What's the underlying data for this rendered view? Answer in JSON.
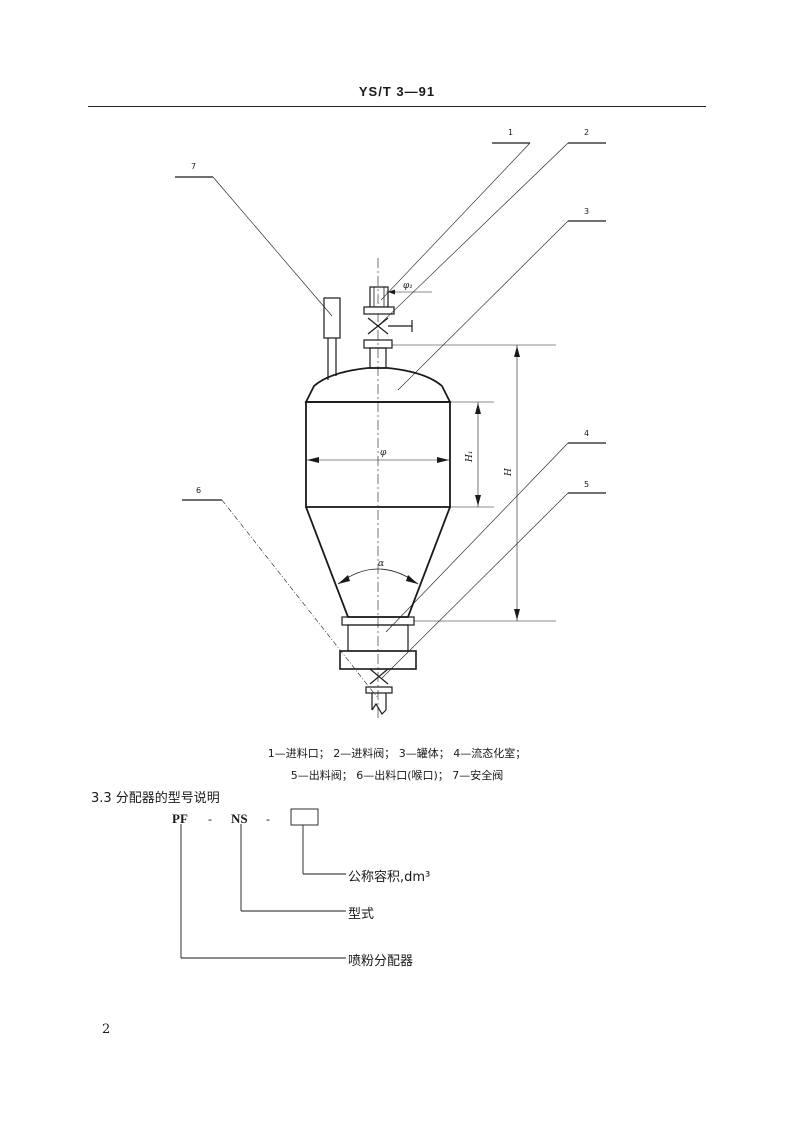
{
  "header": {
    "code": "YS/T  3—91"
  },
  "figure": {
    "callouts": [
      "1",
      "2",
      "3",
      "4",
      "5",
      "6",
      "7"
    ],
    "dimensions": {
      "phi1": "φ₁",
      "phi": "φ",
      "h1": "H₁",
      "h": "H",
      "alpha": "α"
    },
    "caption_line1": "1—进料口；  2—进料阀；  3—罐体；  4—流态化室；",
    "caption_line2": "5—出料阀；  6—出料口(喉口)；  7—安全阀"
  },
  "section": {
    "title": "3.3   分配器的型号说明"
  },
  "model_designation": {
    "part1": "PF",
    "dash1": "-",
    "part2": "NS",
    "dash2": "-",
    "label_capacity": "公称容积,dm³",
    "label_type": "型式",
    "label_name": "喷粉分配器"
  },
  "page_number": "2"
}
